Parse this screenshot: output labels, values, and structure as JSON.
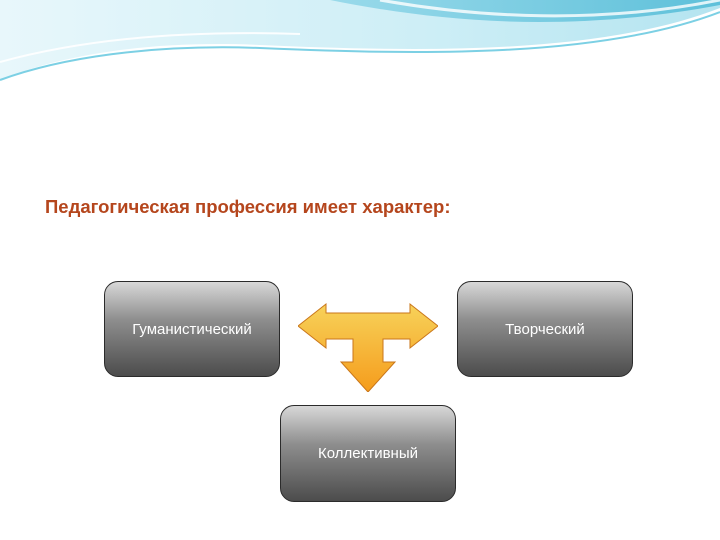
{
  "slide": {
    "title": "Педагогическая профессия имеет характер:",
    "boxes": {
      "left": "Гуманистический",
      "right": "Творческий",
      "bottom": "Коллективный"
    }
  },
  "colors": {
    "title": "#b5461d",
    "arrow_top": "#f7d25a",
    "arrow_bottom": "#f59c1c",
    "wave_light": "#e6f6fa",
    "wave_dark": "#5dc3dc"
  }
}
